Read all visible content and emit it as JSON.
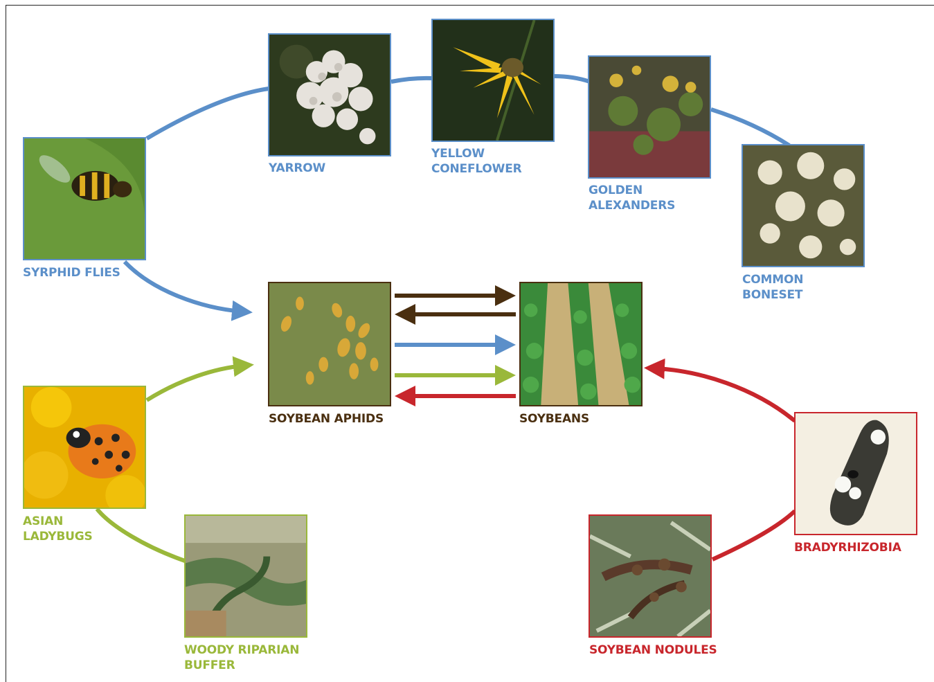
{
  "colors": {
    "blue": "#5b8fc9",
    "green": "#9ab83a",
    "red": "#c8262c",
    "brown": "#4a2f10"
  },
  "nodes": {
    "yarrow": {
      "label": "YARROW"
    },
    "yellow_coneflower": {
      "label_line1": "YELLOW",
      "label_line2": "CONEFLOWER"
    },
    "golden_alexanders": {
      "label_line1": "GOLDEN",
      "label_line2": "ALEXANDERS"
    },
    "common_boneset": {
      "label_line1": "COMMON",
      "label_line2": "BONESET"
    },
    "syrphid_flies": {
      "label": "SYRPHID FLIES"
    },
    "soybean_aphids": {
      "label": "SOYBEAN APHIDS"
    },
    "soybeans": {
      "label": "SOYBEANS"
    },
    "asian_ladybugs": {
      "label_line1": "ASIAN",
      "label_line2": "LADYBUGS"
    },
    "woody_riparian_buffer": {
      "label_line1": "WOODY RIPARIAN",
      "label_line2": "BUFFER"
    },
    "soybean_nodules": {
      "label": "SOYBEAN NODULES"
    },
    "bradyrhizobia": {
      "label": "BRADYRHIZOBIA"
    }
  }
}
